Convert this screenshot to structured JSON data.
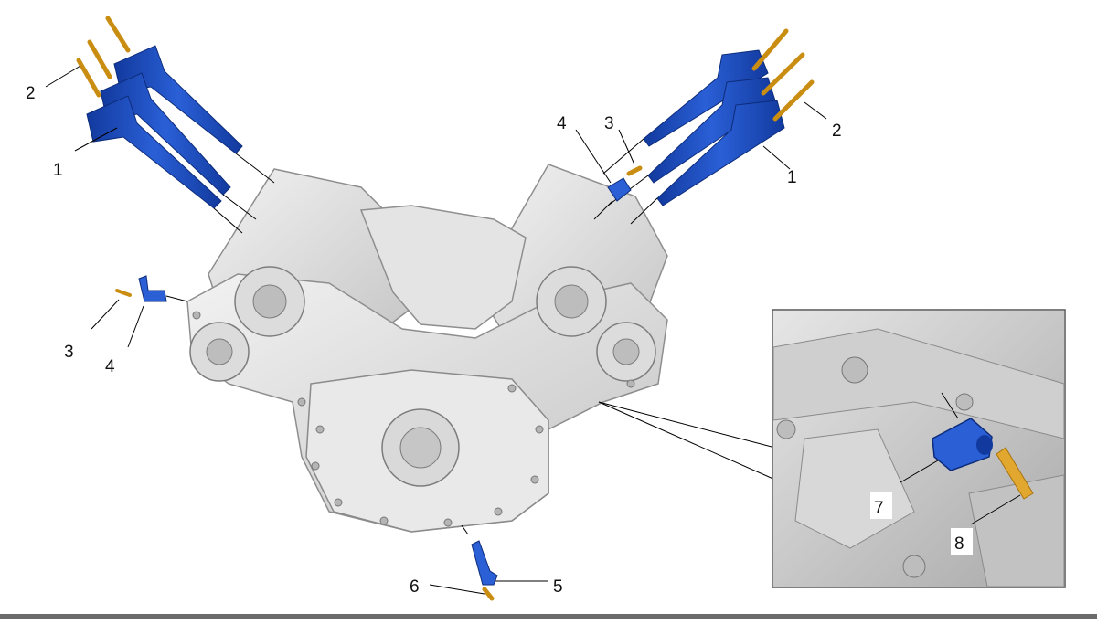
{
  "diagram": {
    "callouts": {
      "ignition_coil_left": "1",
      "ignition_coil_right": "1",
      "coil_bolt_left": "2",
      "coil_bolt_right": "2",
      "sensor_bolt_left": "3",
      "sensor_bolt_right": "3",
      "camshaft_sensor_left": "4",
      "camshaft_sensor_right": "4",
      "crank_sensor": "5",
      "crank_sensor_bolt": "6",
      "detail_sensor": "7",
      "detail_bolt": "8"
    },
    "colors": {
      "component_blue": "#1f4fc4",
      "bolt_gold": "#e2a72e",
      "engine_gray": "#d6d6d6"
    }
  }
}
